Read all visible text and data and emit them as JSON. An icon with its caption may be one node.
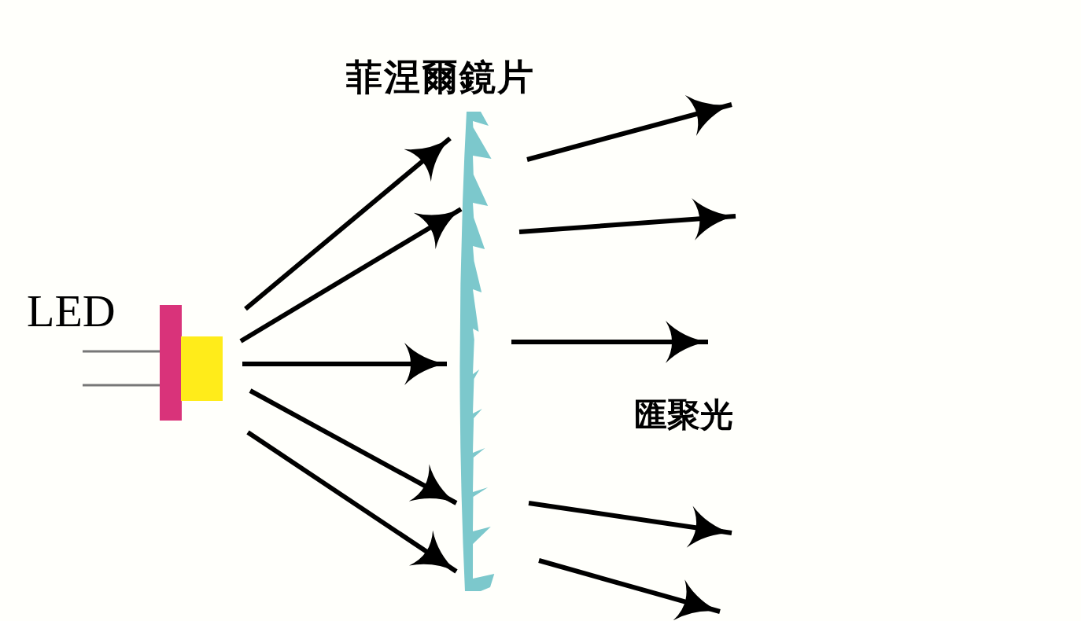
{
  "diagram": {
    "nodes": [
      {
        "text": [
          "LED"
        ]
      },
      {
        "text": [
          "菲涅爾鏡片"
        ]
      }
    ],
    "edges": [
      {
        "from": 0,
        "to": 1,
        "arrow": "to"
      },
      {
        "from": 0,
        "to": 1,
        "arrow": "to"
      },
      {
        "from": 0,
        "to": 1,
        "arrow": "to"
      },
      {
        "from": 0,
        "to": 1,
        "arrow": "to"
      },
      {
        "from": 0,
        "to": 1,
        "arrow": "to"
      },
      {
        "from": 1,
        "to": null,
        "arrow": "to"
      },
      {
        "from": 1,
        "to": null,
        "arrow": "to"
      },
      {
        "from": 1,
        "to": null,
        "arrow": "to"
      },
      {
        "from": 1,
        "to": null,
        "arrow": "to"
      },
      {
        "from": 1,
        "to": null,
        "arrow": "to"
      }
    ],
    "labels": [
      "匯聚光"
    ]
  }
}
